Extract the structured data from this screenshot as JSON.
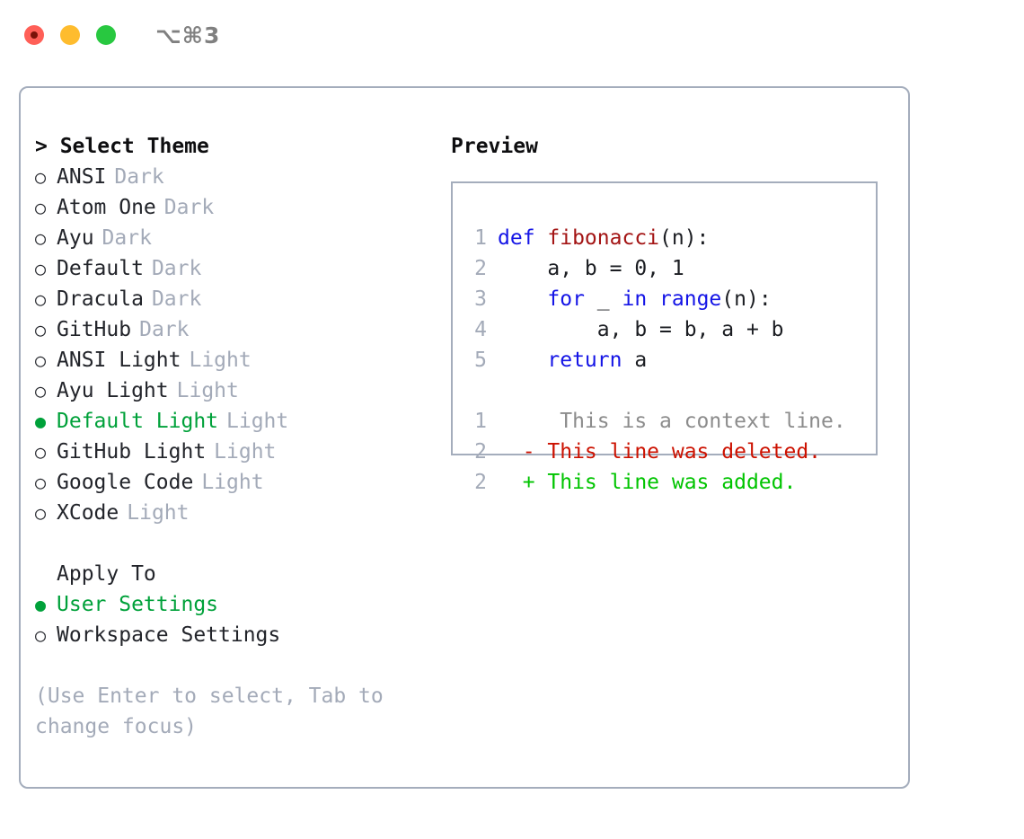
{
  "window": {
    "title": "⌥⌘3",
    "controls": [
      {
        "name": "close",
        "color": "#ff5f57"
      },
      {
        "name": "minimize",
        "color": "#febc2e"
      },
      {
        "name": "maximize",
        "color": "#28c840"
      }
    ]
  },
  "theme_list": {
    "heading": "> Select Theme",
    "bullet_unselected": "○",
    "bullet_selected": "●",
    "items": [
      {
        "label": "ANSI",
        "tag": "Dark",
        "selected": false
      },
      {
        "label": "Atom One",
        "tag": "Dark",
        "selected": false
      },
      {
        "label": "Ayu",
        "tag": "Dark",
        "selected": false
      },
      {
        "label": "Default",
        "tag": "Dark",
        "selected": false
      },
      {
        "label": "Dracula",
        "tag": "Dark",
        "selected": false
      },
      {
        "label": "GitHub",
        "tag": "Dark",
        "selected": false
      },
      {
        "label": "ANSI Light",
        "tag": "Light",
        "selected": false
      },
      {
        "label": "Ayu Light",
        "tag": "Light",
        "selected": false
      },
      {
        "label": "Default Light",
        "tag": "Light",
        "selected": true
      },
      {
        "label": "GitHub Light",
        "tag": "Light",
        "selected": false
      },
      {
        "label": "Google Code",
        "tag": "Light",
        "selected": false
      },
      {
        "label": "XCode",
        "tag": "Light",
        "selected": false
      }
    ]
  },
  "apply_to": {
    "heading": "Apply To",
    "items": [
      {
        "label": "User Settings",
        "selected": true
      },
      {
        "label": "Workspace Settings",
        "selected": false
      }
    ]
  },
  "hint": "(Use Enter to select, Tab to change focus)",
  "preview": {
    "heading": "Preview",
    "code_lines": [
      {
        "no": "1",
        "tokens": [
          {
            "t": "def ",
            "c": "kw"
          },
          {
            "t": "fibonacci",
            "c": "fn"
          },
          {
            "t": "(n):",
            "c": "pln"
          }
        ]
      },
      {
        "no": "2",
        "tokens": [
          {
            "t": "    a, b = 0, 1",
            "c": "pln"
          }
        ]
      },
      {
        "no": "3",
        "tokens": [
          {
            "t": "    for ",
            "c": "kw"
          },
          {
            "t": "_ ",
            "c": "pln"
          },
          {
            "t": "in ",
            "c": "kw"
          },
          {
            "t": "range",
            "c": "kw"
          },
          {
            "t": "(n):",
            "c": "pln"
          }
        ]
      },
      {
        "no": "4",
        "tokens": [
          {
            "t": "        a, b = b, a + b",
            "c": "pln"
          }
        ]
      },
      {
        "no": "5",
        "tokens": [
          {
            "t": "    return ",
            "c": "kw"
          },
          {
            "t": "a",
            "c": "pln"
          }
        ]
      }
    ],
    "diff_lines": [
      {
        "no": "1",
        "marker": " ",
        "text": "  This is a context line.",
        "kind": "ctx"
      },
      {
        "no": "2",
        "marker": "-",
        "text": " This line was deleted.",
        "kind": "del"
      },
      {
        "no": "2",
        "marker": "+",
        "text": " This line was added.",
        "kind": "add"
      }
    ]
  },
  "colors": {
    "selected_green": "#00a13a",
    "muted": "#a3aab8",
    "keyword_blue": "#1414e6",
    "function_red": "#a31414",
    "diff_delete": "#cc1100",
    "diff_add": "#00c400",
    "border": "#a4adbc"
  }
}
